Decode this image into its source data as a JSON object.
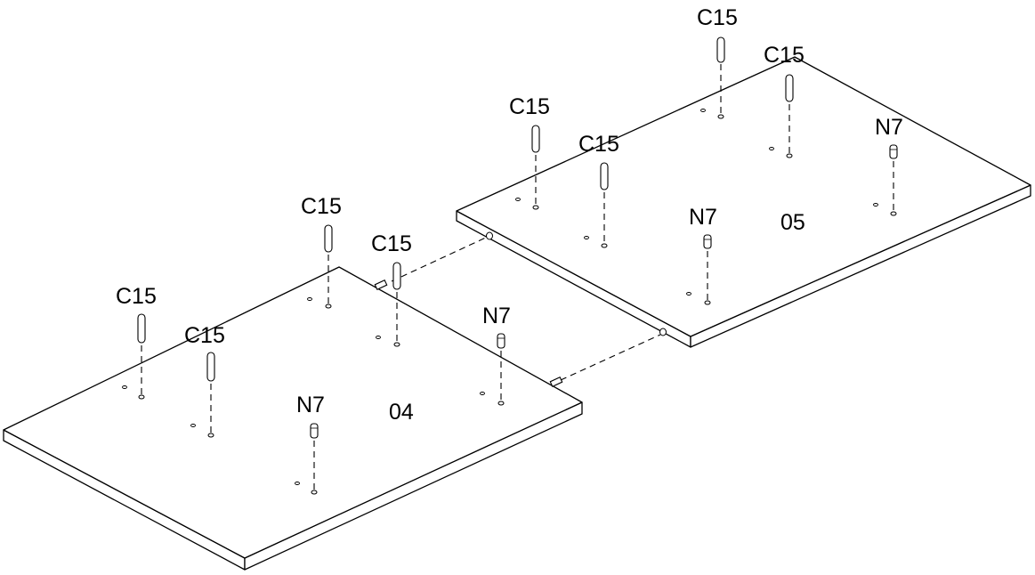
{
  "diagram": {
    "panels": [
      {
        "id": "04",
        "label": "04"
      },
      {
        "id": "05",
        "label": "05"
      }
    ],
    "parts": {
      "dowel": "C15",
      "cam_bolt": "N7"
    },
    "labels": {
      "p05_c15_a": "C15",
      "p05_c15_b": "C15",
      "p05_c15_c": "C15",
      "p05_c15_d": "C15",
      "p05_n7_a": "N7",
      "p05_n7_b": "N7",
      "p04_c15_a": "C15",
      "p04_c15_b": "C15",
      "p04_c15_c": "C15",
      "p04_c15_d": "C15",
      "p04_n7_a": "N7",
      "p04_n7_b": "N7"
    }
  }
}
